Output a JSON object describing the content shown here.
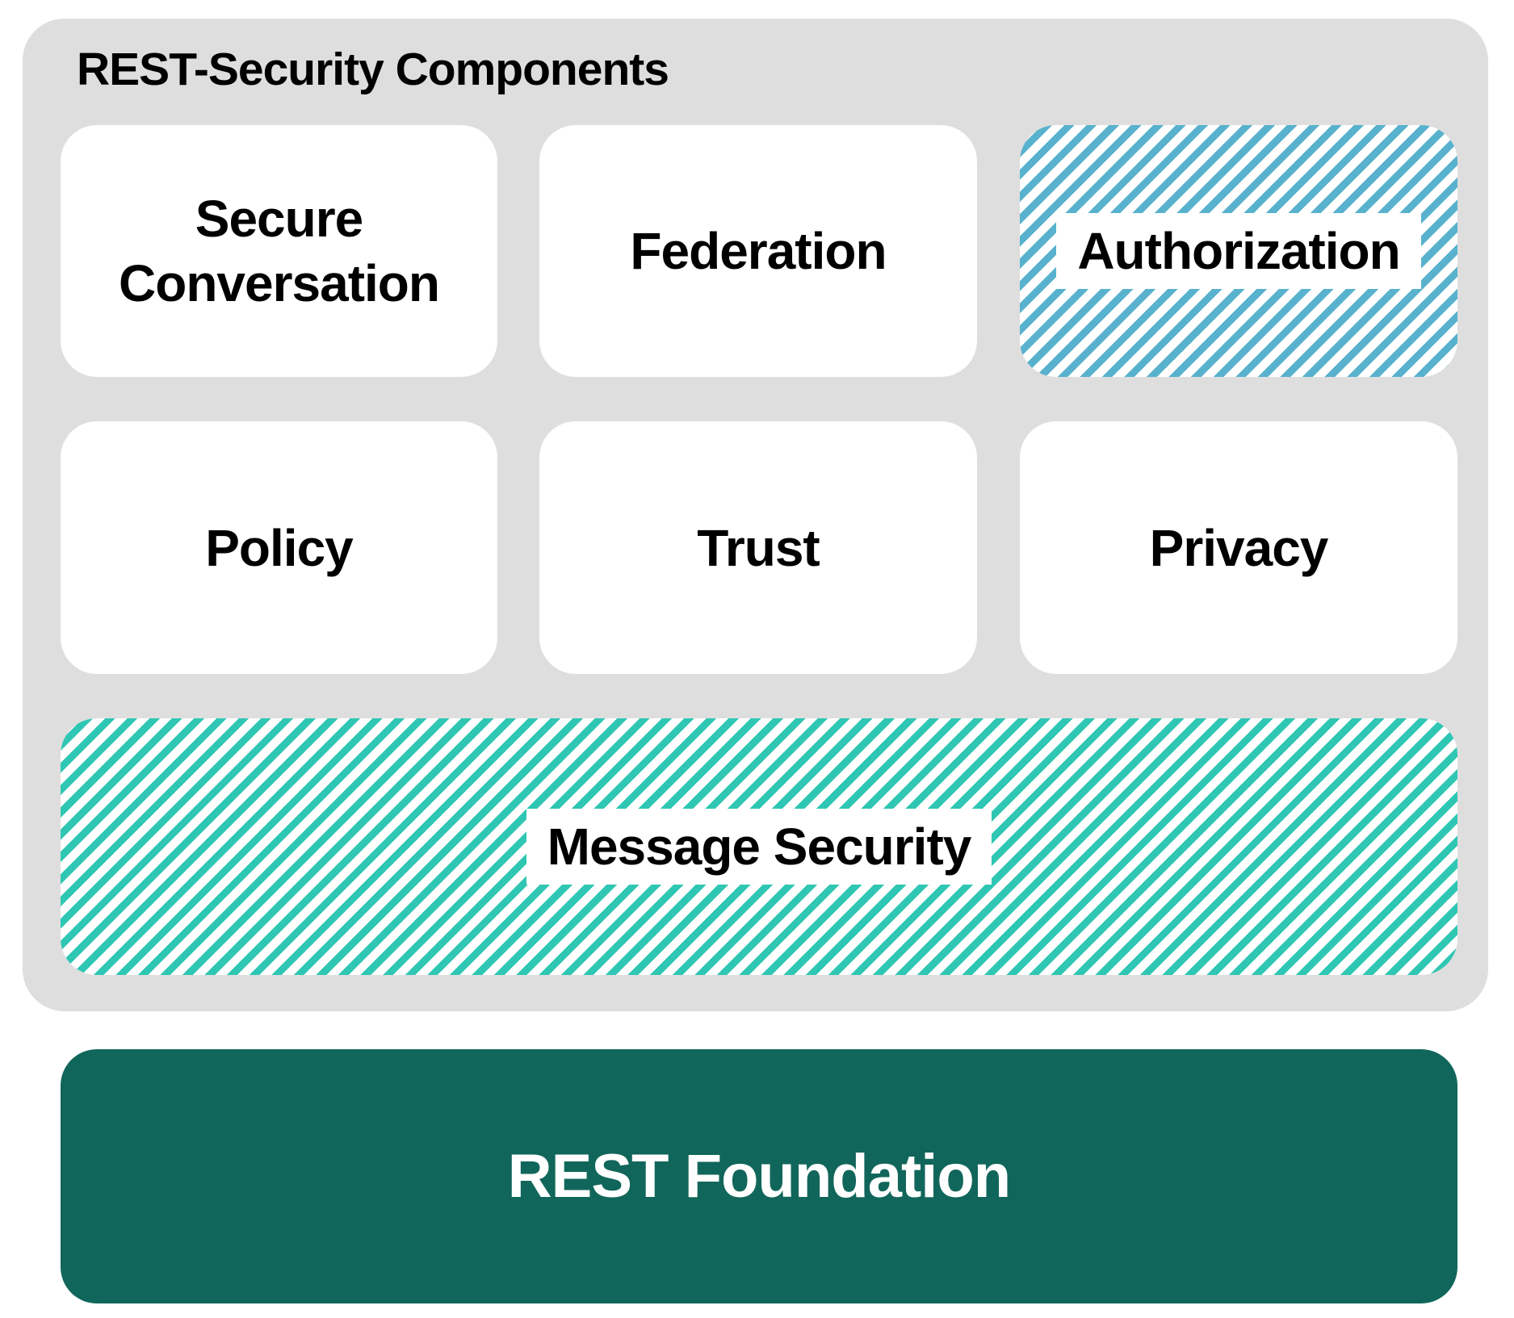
{
  "diagram": {
    "title": "REST-Security Components",
    "components": [
      {
        "label": "Secure Conversation",
        "style": "plain"
      },
      {
        "label": "Federation",
        "style": "plain"
      },
      {
        "label": "Authorization",
        "style": "hatched-blue"
      },
      {
        "label": "Policy",
        "style": "plain"
      },
      {
        "label": "Trust",
        "style": "plain"
      },
      {
        "label": "Privacy",
        "style": "plain"
      },
      {
        "label": "Message Security",
        "style": "hatched-teal"
      }
    ],
    "foundation": {
      "label": "REST Foundation"
    },
    "colors": {
      "panel_background": "#DEDEDE",
      "box_background": "#FFFFFF",
      "authorization_hatch": "#58B2CD",
      "message_security_hatch": "#2FC7B3",
      "foundation_background": "#11665B",
      "label_text": "#000000",
      "foundation_text": "#FFFFFF"
    }
  }
}
